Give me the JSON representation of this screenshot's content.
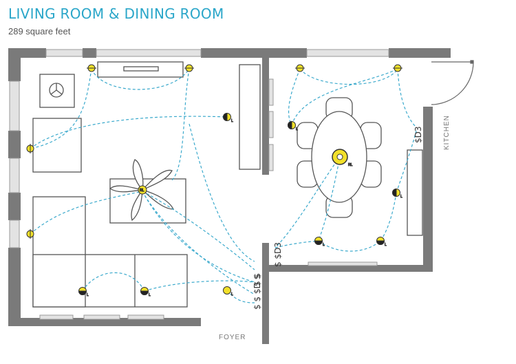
{
  "title": "LIVING ROOM & DINING ROOM",
  "subtitle": "289 square feet",
  "rooms": {
    "kitchen": "KITCHEN",
    "foyer": "FOYER"
  },
  "fixture_labels": {
    "lamp": "L",
    "recessed": "RL"
  },
  "switches": {
    "dining_wall": "$D3",
    "dining_peninsula": "$ $D3",
    "living_top": "$ $",
    "living_mid": "$ $ $D $",
    "living_bot": "$ $ $"
  },
  "colors": {
    "accent": "#2aa6c9",
    "wall": "#777777",
    "wiring": "#3aa9cc",
    "fixture": "#f2e02a"
  }
}
